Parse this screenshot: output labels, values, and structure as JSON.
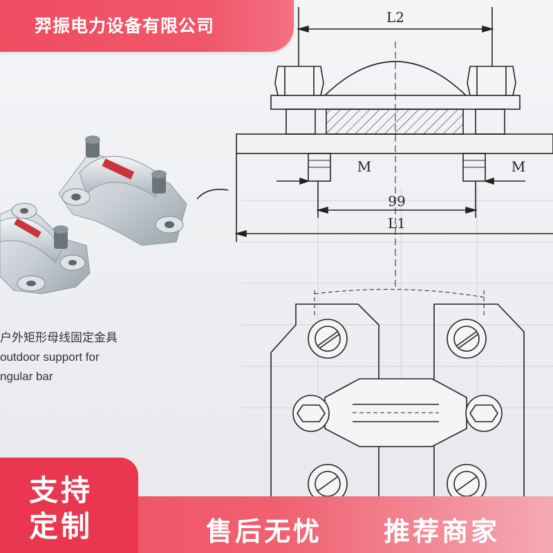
{
  "header": {
    "company_name": "羿振电力设备有限公司"
  },
  "product_caption": {
    "line1": "户外矩形母线固定金具",
    "line2": "outdoor support for",
    "line3": "ngular bar"
  },
  "drawing": {
    "dim_l2": "L2",
    "dim_l1": "L1",
    "dim_99": "99",
    "dim_m_left": "M",
    "dim_m_right": "M"
  },
  "badge": {
    "line1": "支持",
    "line2": "定制"
  },
  "footer": {
    "slogan_left": "售后无忧",
    "slogan_right": "推荐商家"
  },
  "colors": {
    "accent": "#ef4d63",
    "badge": "#e8374f",
    "line": "#222222"
  }
}
